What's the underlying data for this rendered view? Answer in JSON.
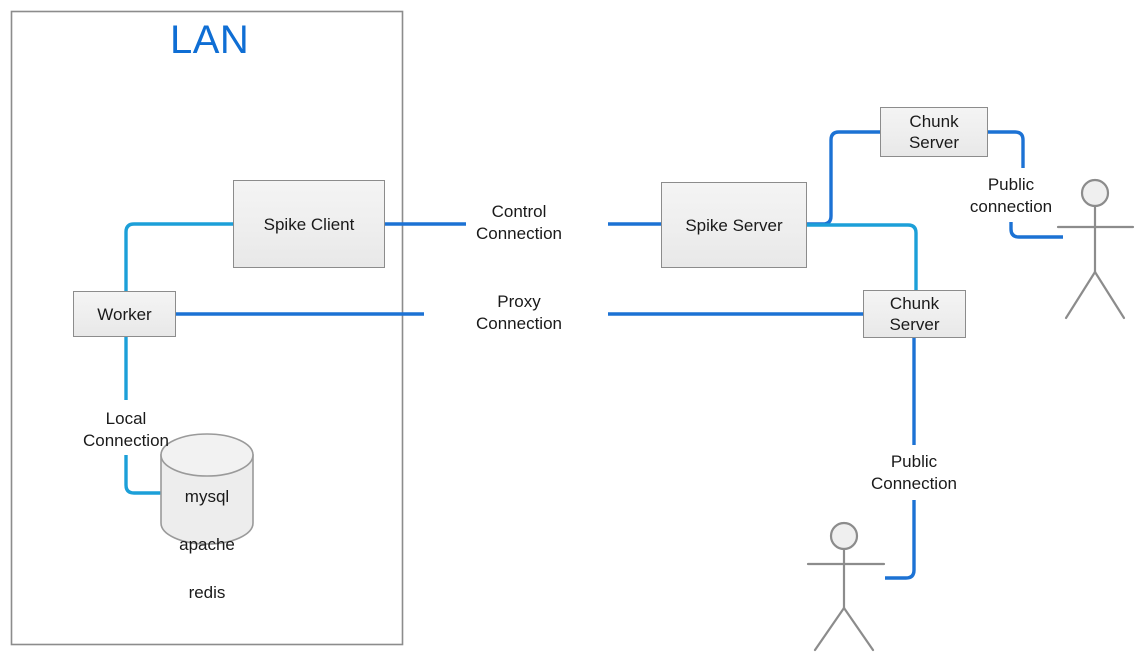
{
  "diagram": {
    "title": "LAN",
    "colors": {
      "lan_title": "#0f6ed4",
      "link_dark_blue": "#1c72d4",
      "link_light_blue": "#1c9fd8",
      "node_fill": "#eeeeee",
      "node_stroke": "#8c8c8c",
      "actor_stroke": "#8c8c8c"
    },
    "boundary": {
      "label": "LAN"
    },
    "nodes": [
      {
        "id": "spike-client",
        "label": "Spike Client",
        "lines": [
          "Spike Client"
        ]
      },
      {
        "id": "worker",
        "label": "Worker",
        "lines": [
          "Worker"
        ]
      },
      {
        "id": "spike-server",
        "label": "Spike Server",
        "lines": [
          "Spike Server"
        ]
      },
      {
        "id": "chunk-server-top",
        "label": "Chunk Server",
        "lines": [
          "Chunk",
          "Server"
        ]
      },
      {
        "id": "chunk-server-bottom",
        "label": "Chunk Server",
        "lines": [
          "Chunk",
          "Server"
        ]
      }
    ],
    "database": {
      "id": "local-datastore",
      "lines": [
        "mysql",
        "apache",
        "redis"
      ],
      "text": "mysql\napache\nredis"
    },
    "edge_labels": [
      {
        "id": "control-connection",
        "text": "Control\nConnection"
      },
      {
        "id": "proxy-connection",
        "text": "Proxy\nConnection"
      },
      {
        "id": "local-connection",
        "text": "Local\nConnection"
      },
      {
        "id": "public-connection-top",
        "text": "Public\nconnection"
      },
      {
        "id": "public-connection-bottom",
        "text": "Public\nConnection"
      }
    ],
    "actors": [
      {
        "id": "actor-right",
        "label": ""
      },
      {
        "id": "actor-bottom",
        "label": ""
      }
    ]
  }
}
